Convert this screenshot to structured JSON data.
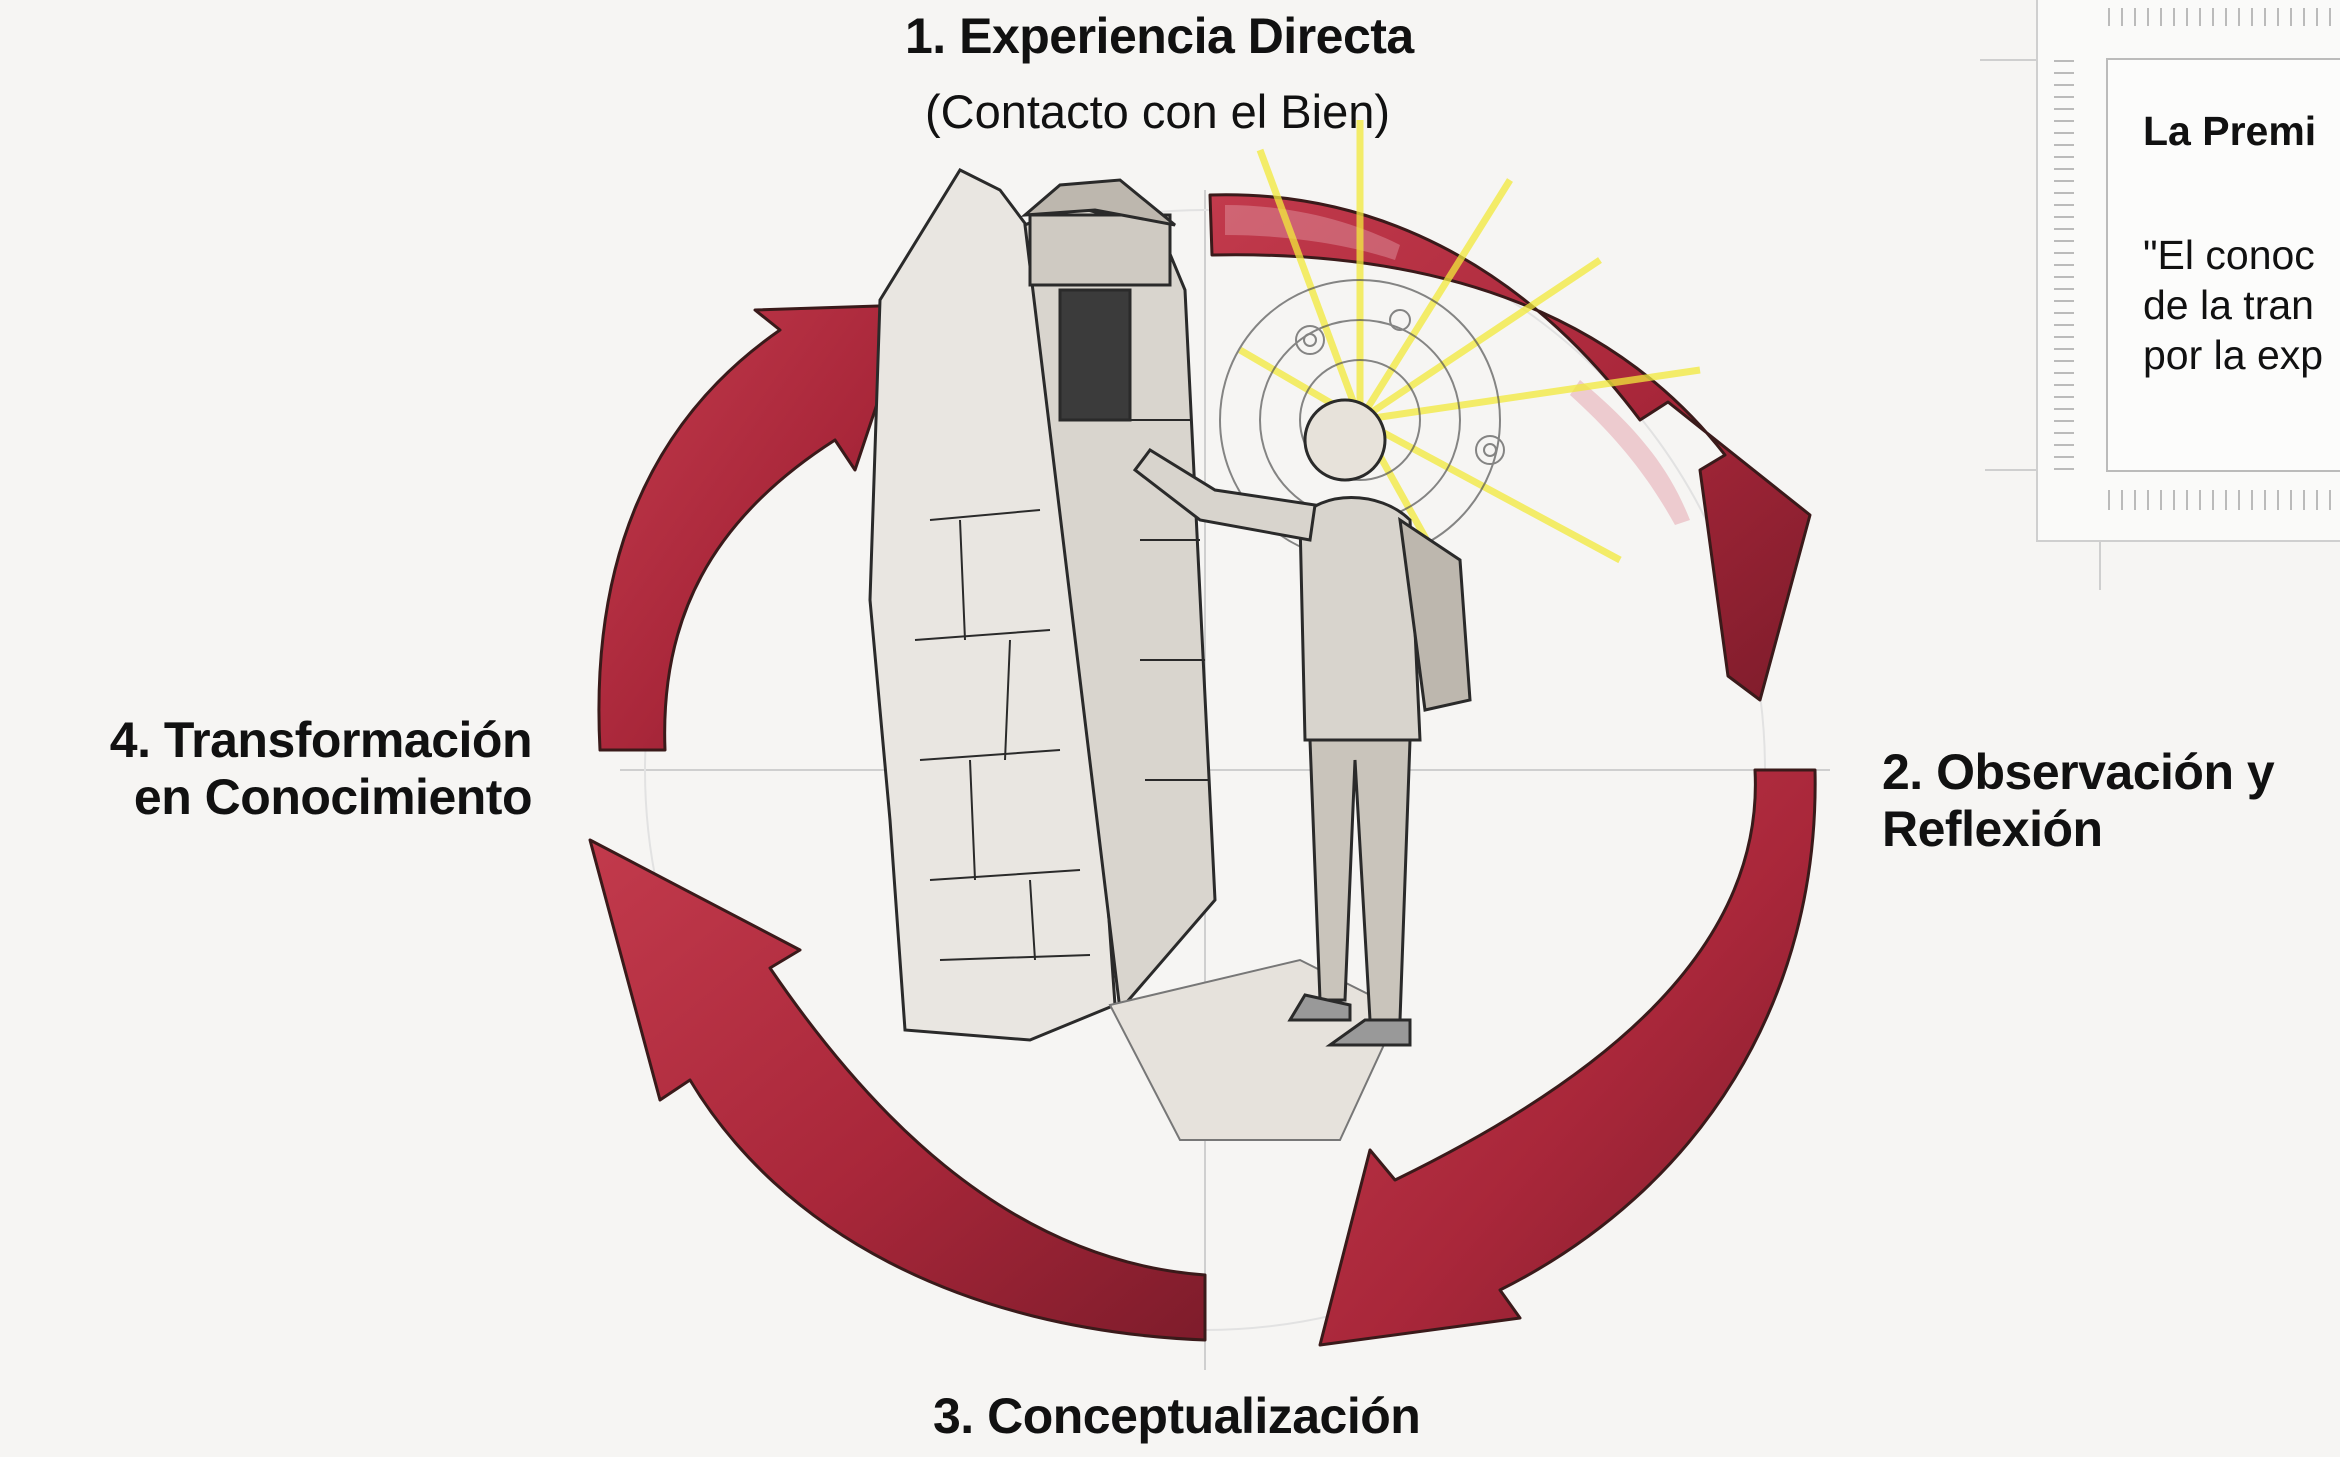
{
  "stages": {
    "s1_title": "1. Experiencia Directa",
    "s1_subtitle": "(Contacto con el Bien)",
    "s2_line1": "2. Observación y",
    "s2_line2": "Reflexión",
    "s3_title": "3. Conceptualización",
    "s4_line1": "4. Transformación",
    "s4_line2": "en Conocimiento"
  },
  "premise": {
    "title": "La Premi",
    "quote": "\"El conoc\nde la tran\npor la exp"
  },
  "colors": {
    "arrow_fill": "#a9273a",
    "arrow_light": "#d88a95",
    "arrow_edge": "#3a1a1a",
    "light_rays": "#f2ea3a",
    "ink": "#2a2a2a"
  },
  "icons": {
    "center": "person-touching-stone-wall-illustration",
    "cycle": "circular-arrows"
  }
}
